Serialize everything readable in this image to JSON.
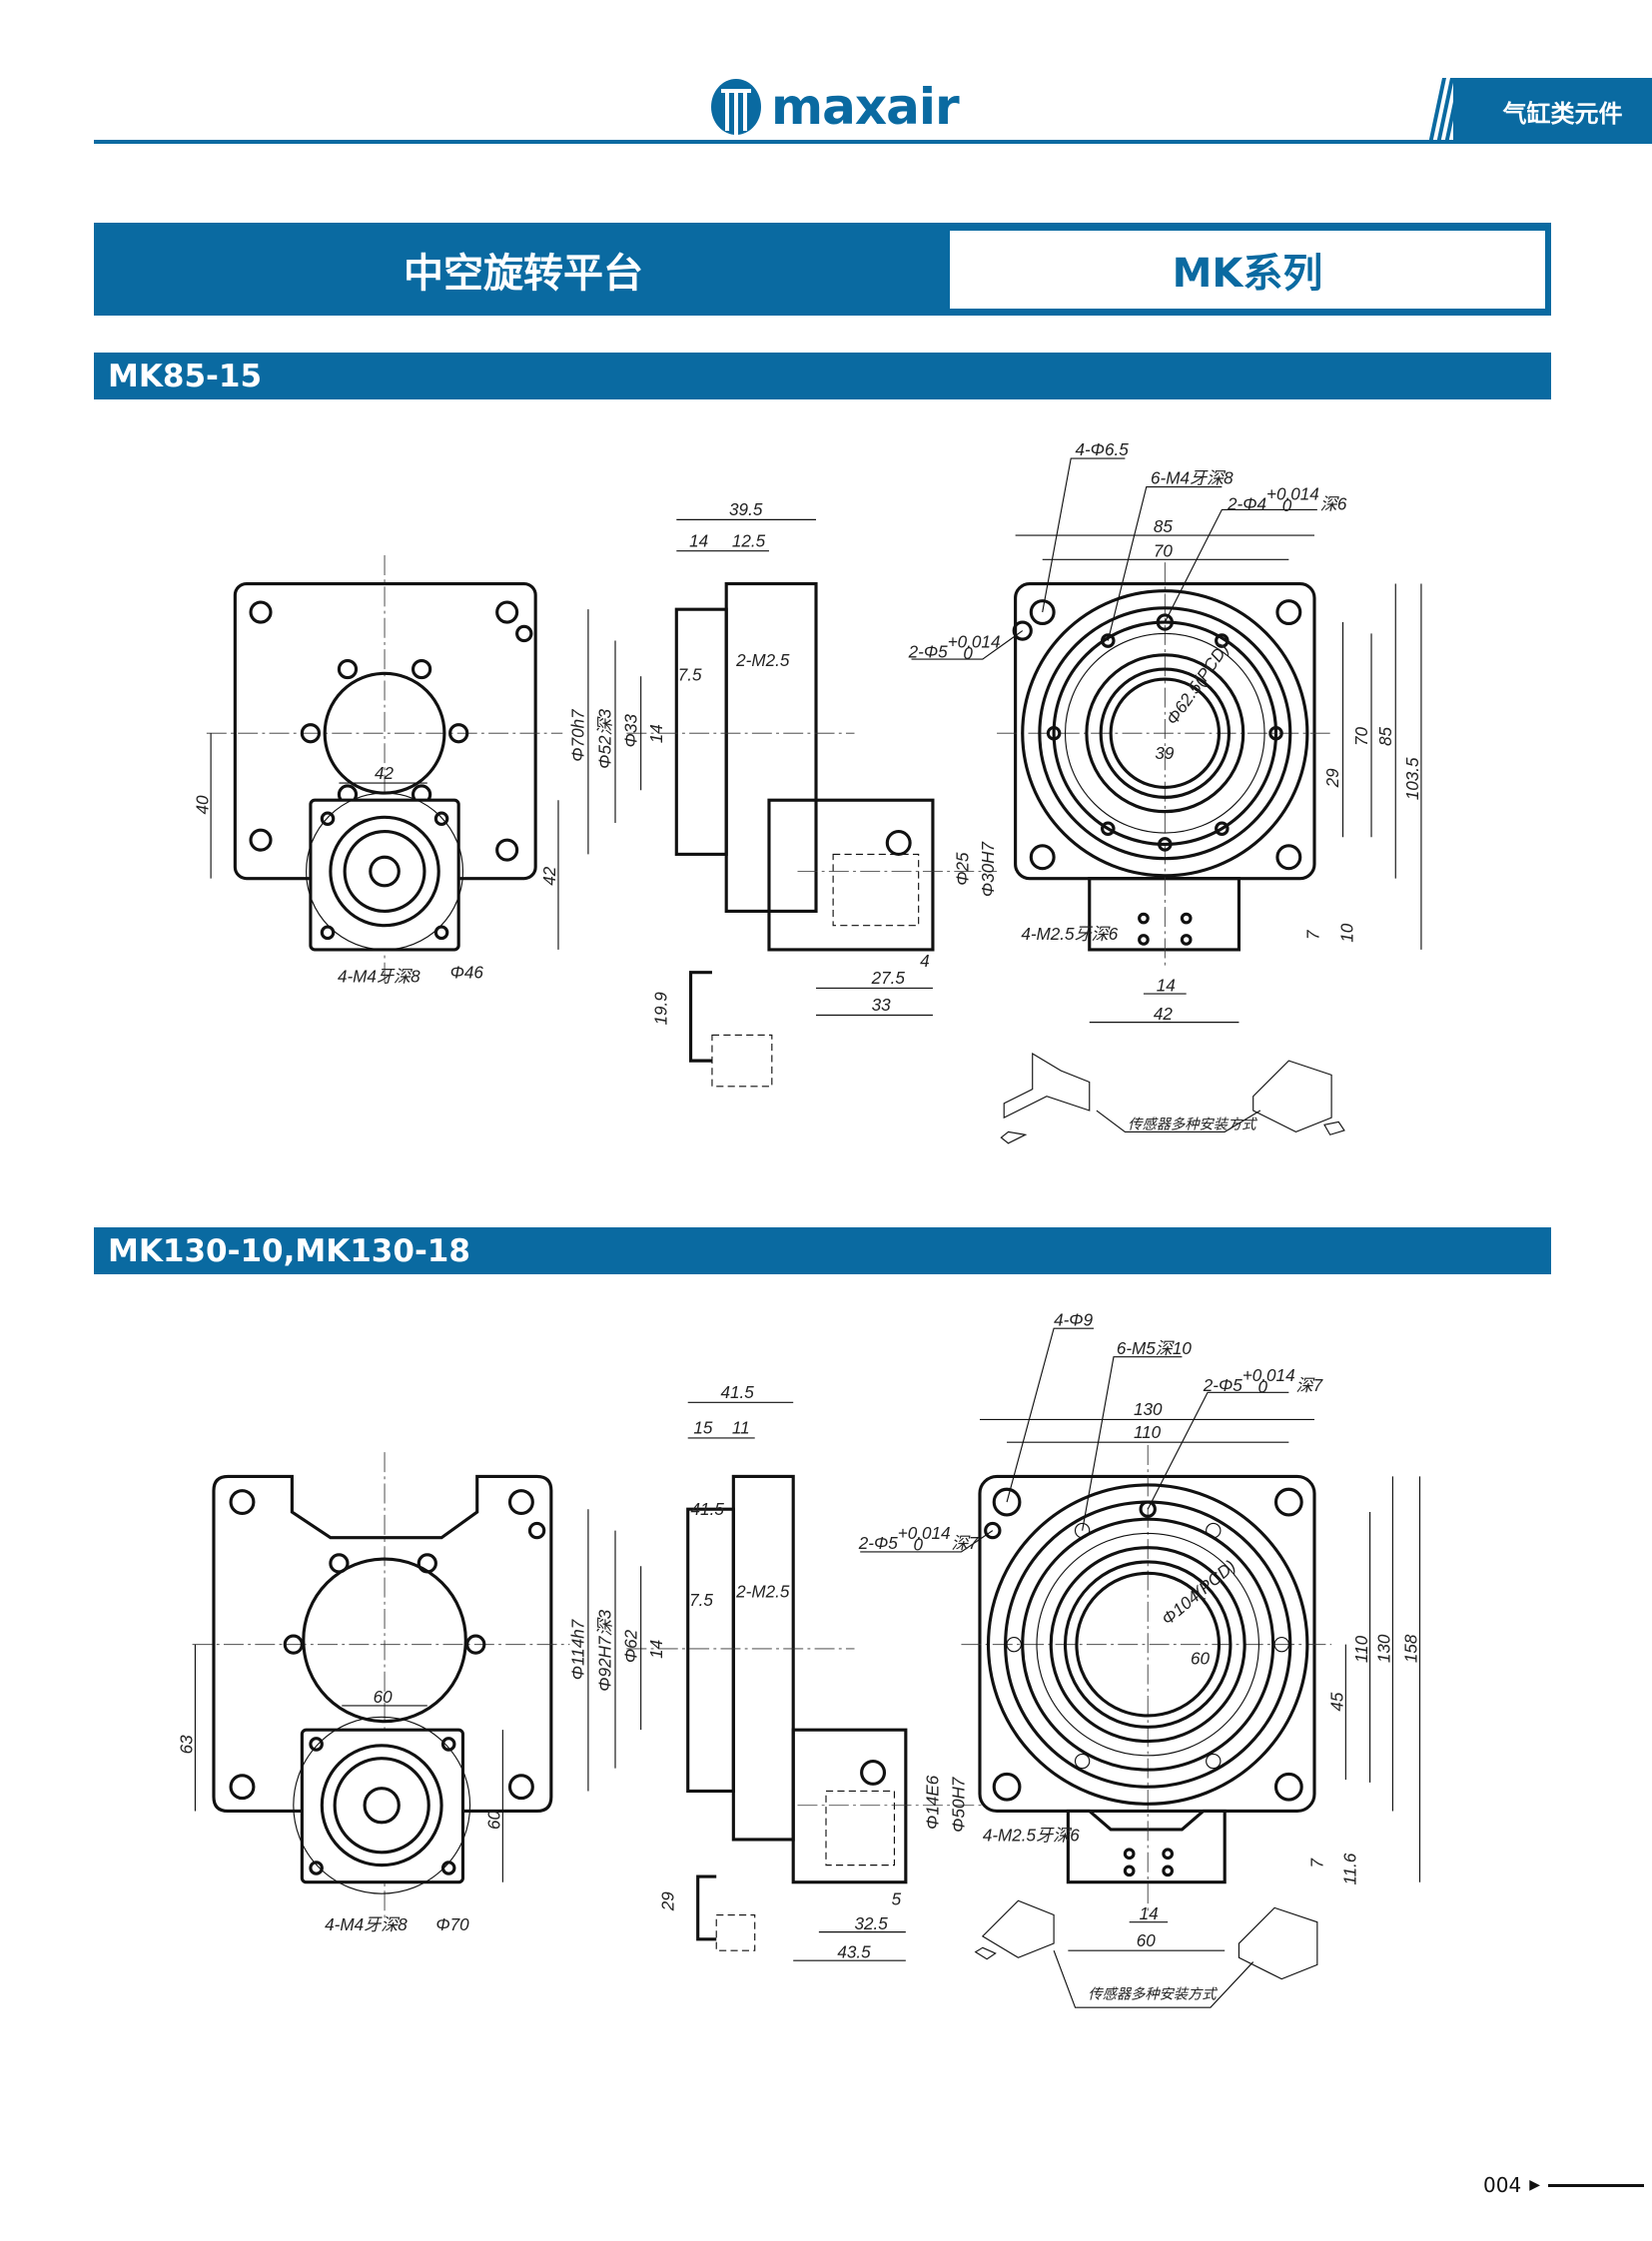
{
  "header": {
    "logo_text": "maxair",
    "category": "气缸类元件",
    "brand_color": "#0a6aa1"
  },
  "title": {
    "main": "中空旋转平台",
    "series": "MK系列"
  },
  "sections": [
    {
      "label": "MK85-15",
      "front": [
        "42",
        "40",
        "42",
        "4-M4牙深8",
        "Φ46"
      ],
      "side": [
        "39.5",
        "14",
        "12.5",
        "7.5",
        "2-M2.5",
        "Φ70h7",
        "Φ52深3",
        "Φ33",
        "14",
        "Φ25",
        "Φ30H7",
        "27.5",
        "4",
        "33",
        "19.9"
      ],
      "top": [
        "4-Φ6.5",
        "6-M4牙深8",
        "85",
        "70",
        "Φ62.5(PCD)",
        "39",
        "29",
        "70",
        "85",
        "103.5",
        "4-M2.5牙深6",
        "7",
        "10",
        "14",
        "42"
      ],
      "tol_callouts": [
        {
          "base": "2-Φ4",
          "upper": "+0.014",
          "lower": "0",
          "suffix": "深6"
        },
        {
          "base": "2-Φ5",
          "upper": "+0.014",
          "lower": "0",
          "suffix": ""
        }
      ],
      "sensor_caption": "传感器多种安装方式"
    },
    {
      "label": "MK130-10,MK130-18",
      "front": [
        "60",
        "63",
        "60",
        "4-M4牙深8",
        "Φ70"
      ],
      "side": [
        "41.5",
        "15",
        "11",
        "41.5",
        "7.5",
        "2-M2.5",
        "Φ114h7",
        "Φ92H7深3",
        "Φ62",
        "14",
        "Φ14E6",
        "Φ50H7",
        "5",
        "32.5",
        "43.5",
        "29"
      ],
      "top": [
        "4-Φ9",
        "6-M5深10",
        "130",
        "110",
        "Φ104(PCD)",
        "60",
        "45",
        "110",
        "130",
        "158",
        "4-M2.5牙深6",
        "7",
        "11.6",
        "14",
        "60"
      ],
      "tol_callouts": [
        {
          "base": "2-Φ5",
          "upper": "+0.014",
          "lower": "0",
          "suffix": "深7"
        },
        {
          "base": "2-Φ5",
          "upper": "+0.014",
          "lower": "0",
          "suffix": "深7"
        }
      ],
      "sensor_caption": "传感器多种安装方式"
    }
  ],
  "footer": {
    "page_number": "004"
  }
}
